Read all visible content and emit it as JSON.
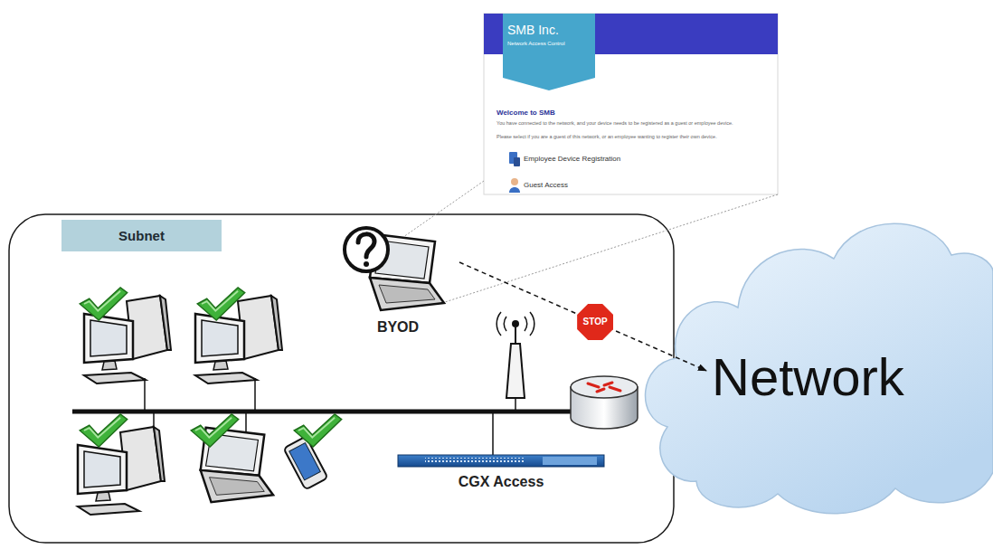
{
  "diagram": {
    "nodes": [
      {
        "text": [
          "SMB Inc.",
          "Network Access Control",
          "Welcome to SMB",
          "You have connected to the network, and your device needs to be registered as a guest or employee device.",
          "Please select if you are a guest of this network, or an employee wanting to register their own device.",
          "Employee Device Registration",
          "Guest Access"
        ]
      },
      {
        "text": [
          "Subnet"
        ]
      },
      {
        "text": [
          "BYOD"
        ],
        "in": 1
      },
      {
        "text": [
          "CGX Access"
        ],
        "in": 1
      },
      {
        "text": [
          "Network"
        ]
      }
    ],
    "edges": [
      {
        "from": 2,
        "to": 4,
        "arrow": "to",
        "label": "STOP"
      }
    ]
  }
}
